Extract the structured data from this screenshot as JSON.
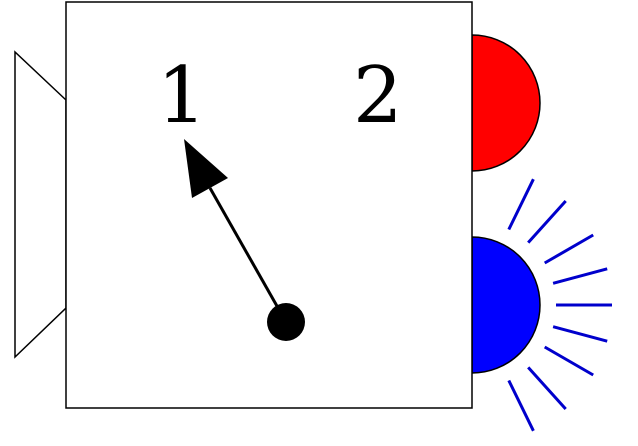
{
  "dial": {
    "position_labels": [
      "1",
      "2"
    ],
    "selected_position": "1"
  },
  "lamps": [
    {
      "name": "red-lamp",
      "color": "#ff0000",
      "lit": false
    },
    {
      "name": "blue-lamp",
      "color": "#0000ff",
      "lit": true
    }
  ],
  "colors": {
    "outline": "#000000",
    "background": "#ffffff",
    "ray": "#0000cc"
  }
}
